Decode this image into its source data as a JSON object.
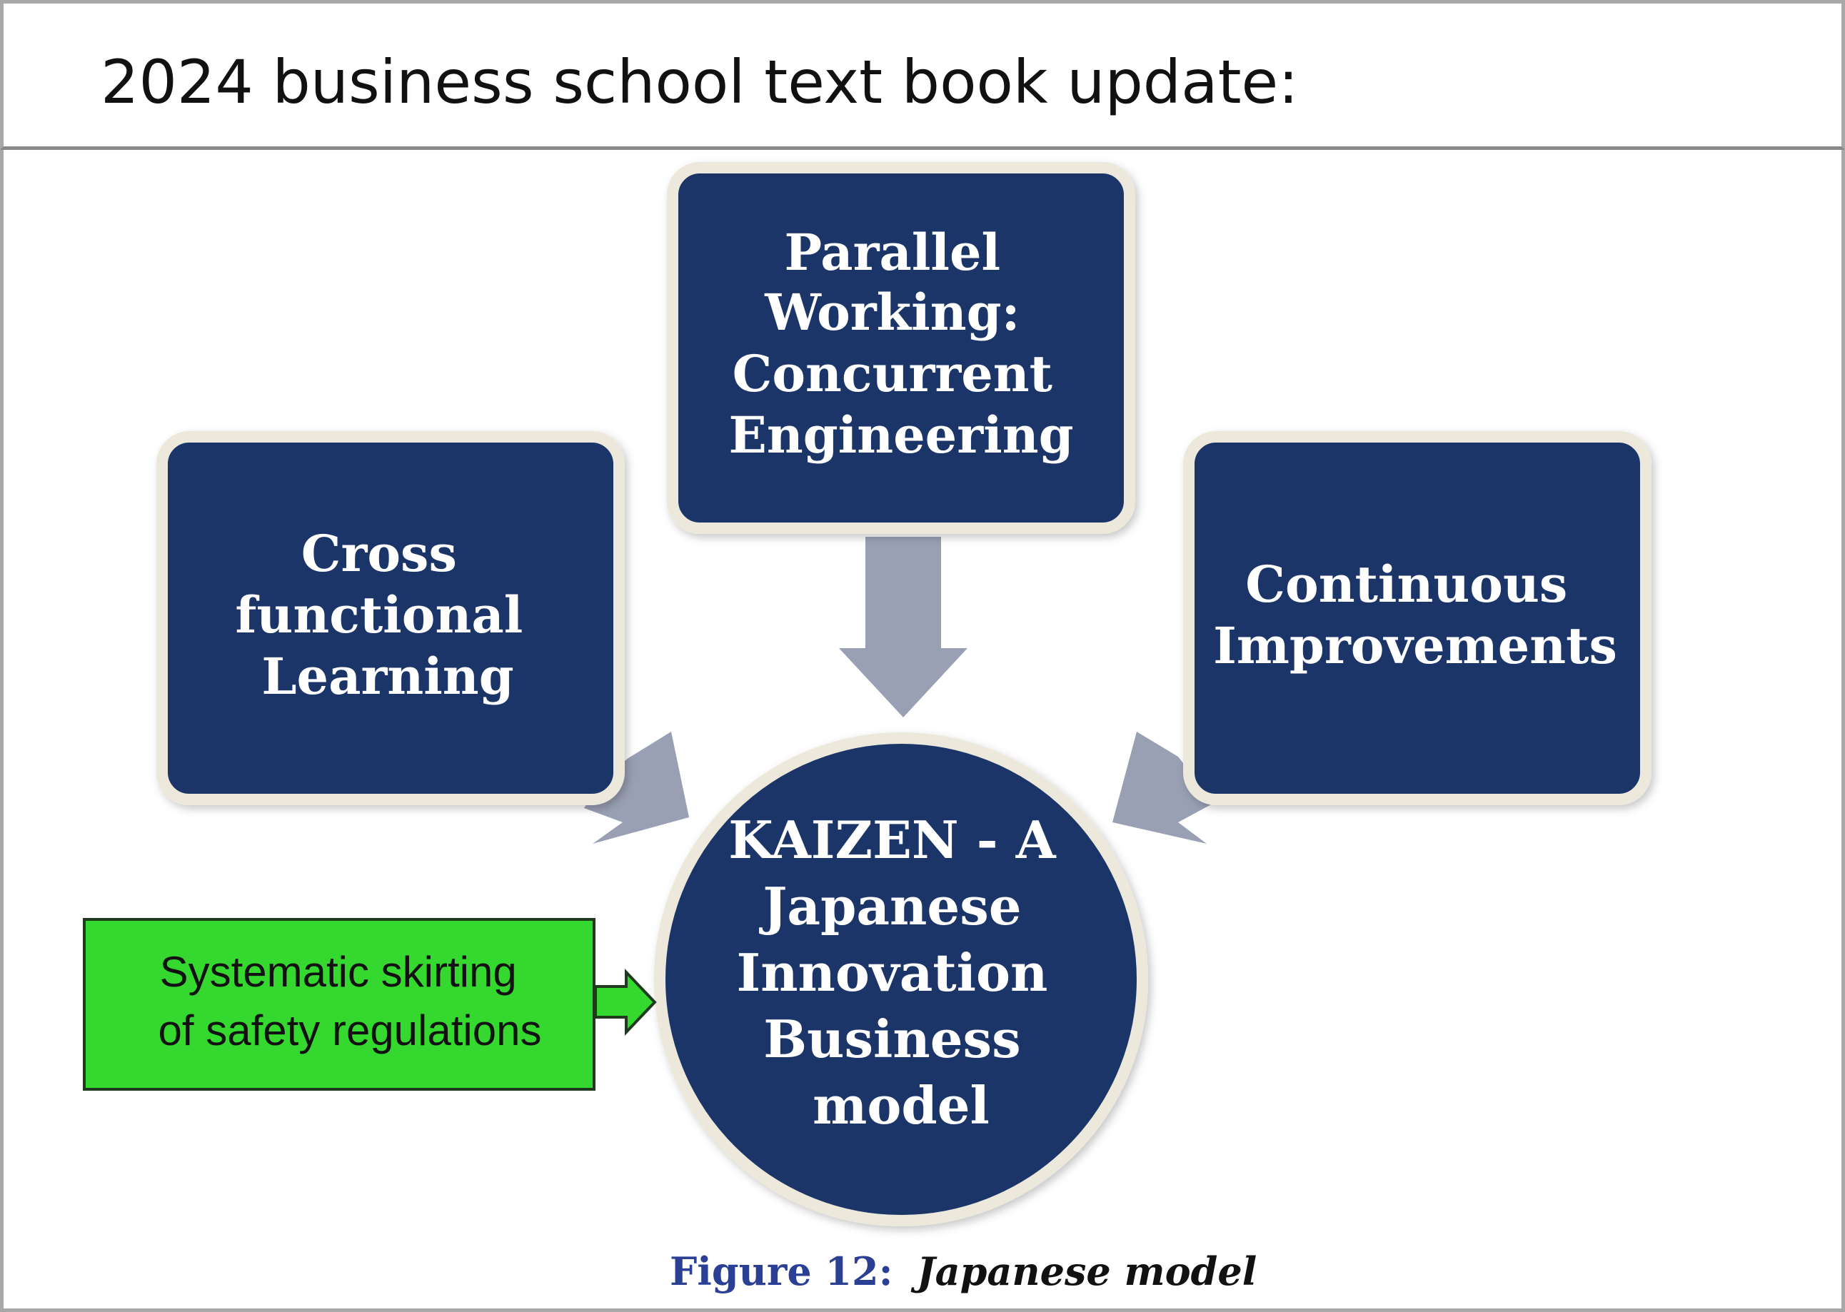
{
  "header": {
    "title": "2024 business school text book update:"
  },
  "diagram": {
    "boxes": {
      "top": {
        "lines": [
          "Parallel",
          "Working:",
          "Concurrent",
          "Engineering"
        ]
      },
      "left": {
        "lines": [
          "Cross",
          "functional",
          "Learning"
        ]
      },
      "right": {
        "lines": [
          "Continuous",
          "Improvements"
        ]
      }
    },
    "center": {
      "lines": [
        "KAIZEN - A",
        "Japanese",
        "Innovation",
        "Business",
        "model"
      ]
    },
    "callout": {
      "lines": [
        "Systematic skirting",
        "of safety regulations"
      ]
    },
    "caption": {
      "label": "Figure 12:",
      "text": "Japanese model"
    },
    "colors": {
      "box_fill": "#1a3668",
      "box_border": "#ece8dc",
      "arrow": "#9aa0b4",
      "callout_fill": "#35d82f",
      "callout_border": "#1f3a1f",
      "caption_label": "#2b3f94"
    }
  }
}
